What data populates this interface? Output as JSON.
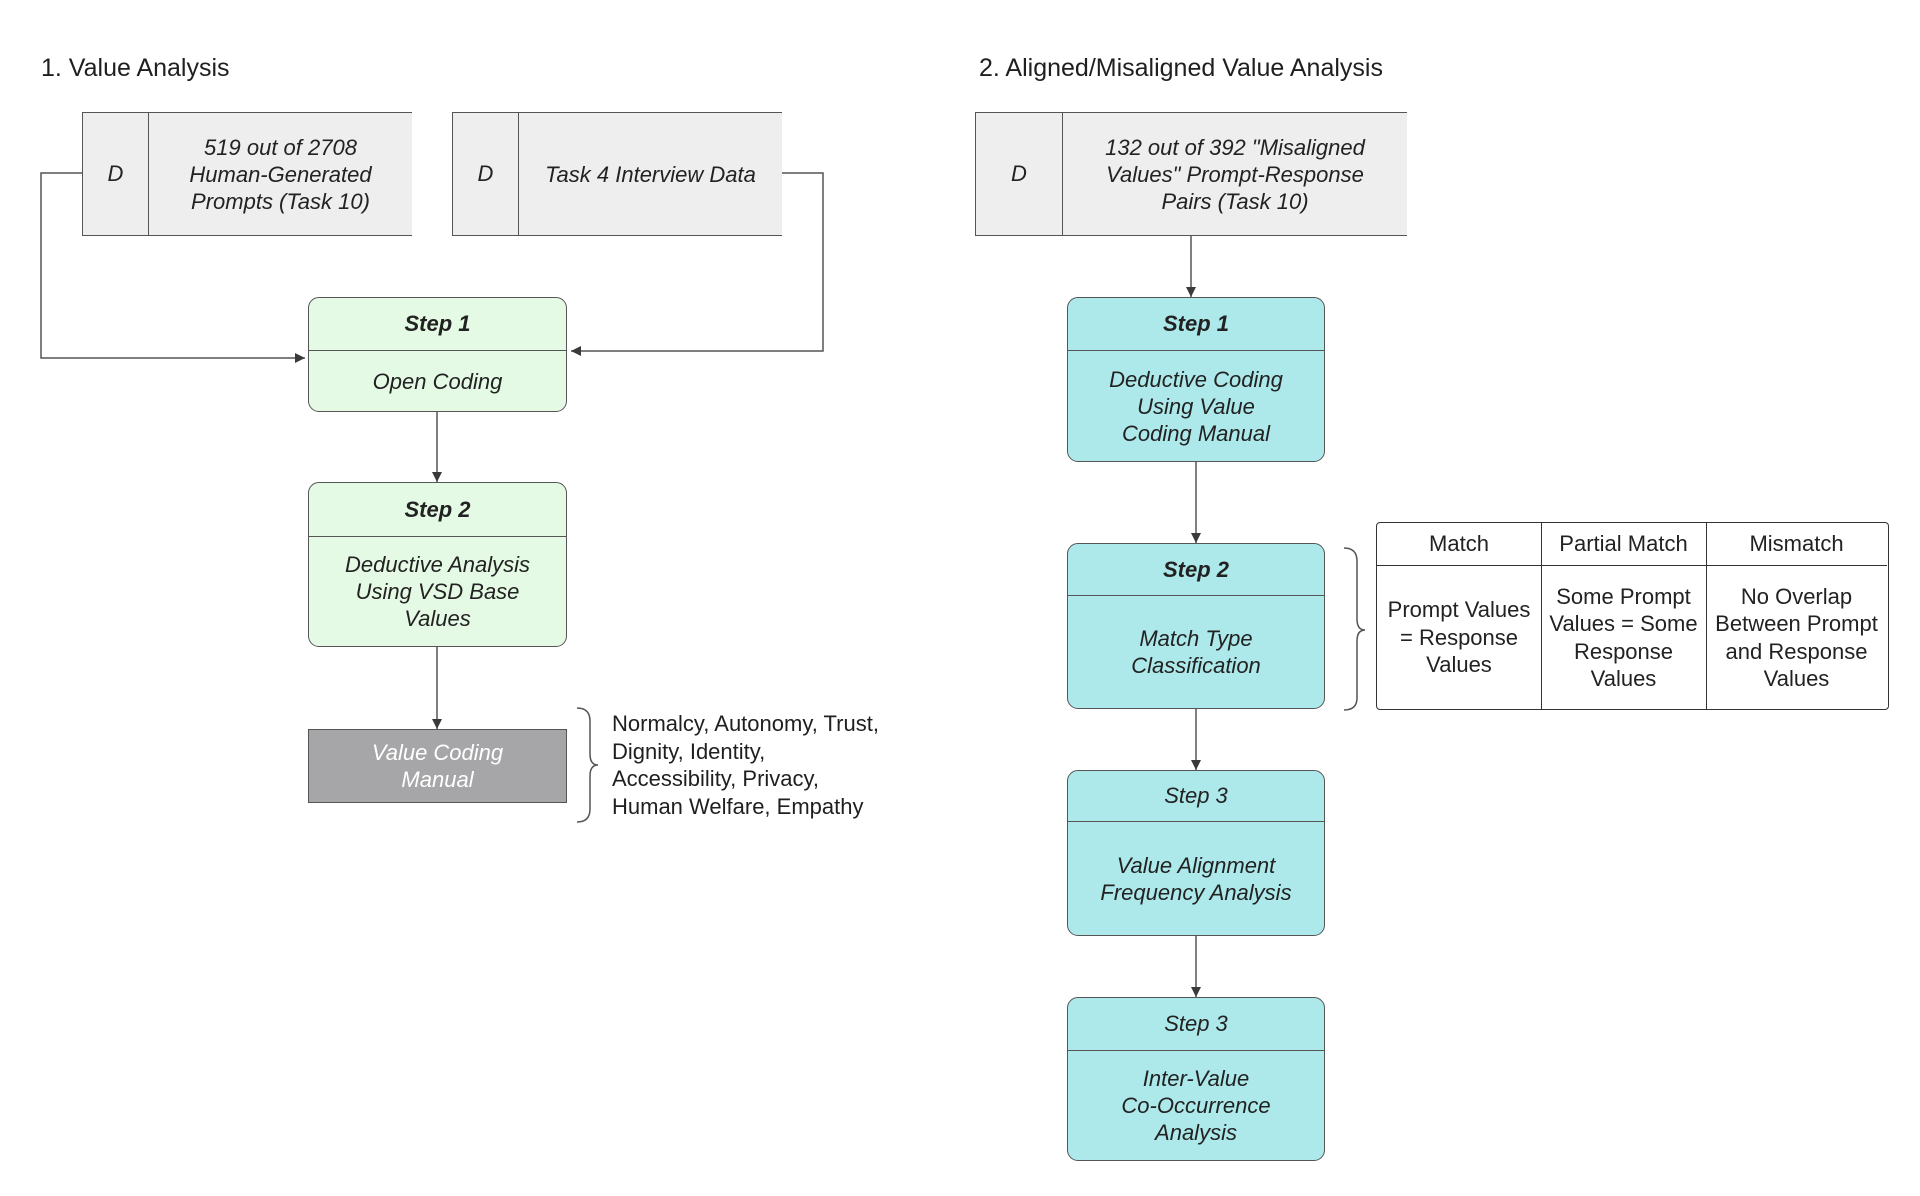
{
  "section1": {
    "title": "1. Value Analysis",
    "datastores": [
      {
        "letter": "D",
        "text": "519 out of 2708\nHuman-Generated\nPrompts (Task 10)"
      },
      {
        "letter": "D",
        "text": "Task 4 Interview Data"
      }
    ],
    "steps": [
      {
        "header": "Step 1",
        "body": "Open Coding"
      },
      {
        "header": "Step 2",
        "body": "Deductive Analysis\nUsing VSD Base\nValues"
      }
    ],
    "output": "Value Coding\nManual",
    "values_note": "Normalcy, Autonomy, Trust,\nDignity, Identity,\nAccessibility, Privacy,\nHuman Welfare, Empathy"
  },
  "section2": {
    "title": "2. Aligned/Misaligned Value Analysis",
    "datastore": {
      "letter": "D",
      "text": "132 out of 392 \"Misaligned\nValues\" Prompt-Response\nPairs (Task 10)"
    },
    "steps": [
      {
        "header": "Step 1",
        "body": "Deductive Coding\nUsing Value\nCoding Manual"
      },
      {
        "header": "Step 2",
        "body": "Match Type\nClassification"
      },
      {
        "header": "Step 3",
        "body": "Value Alignment\nFrequency Analysis"
      },
      {
        "header": "Step 3",
        "body": "Inter-Value\nCo-Occurrence\nAnalysis"
      }
    ],
    "match_table": {
      "headers": [
        "Match",
        "Partial Match",
        "Mismatch"
      ],
      "cells": [
        "Prompt Values\n= Response\nValues",
        "Some Prompt\nValues = Some\nResponse\nValues",
        "No Overlap\nBetween Prompt\nand Response\nValues"
      ]
    }
  },
  "colors": {
    "section1_step_fill": "#e5fae5",
    "section2_step_fill": "#ade9ea",
    "output_fill": "#a6a6a8",
    "datastore_fill": "#eeeeee",
    "line": "#555555"
  }
}
